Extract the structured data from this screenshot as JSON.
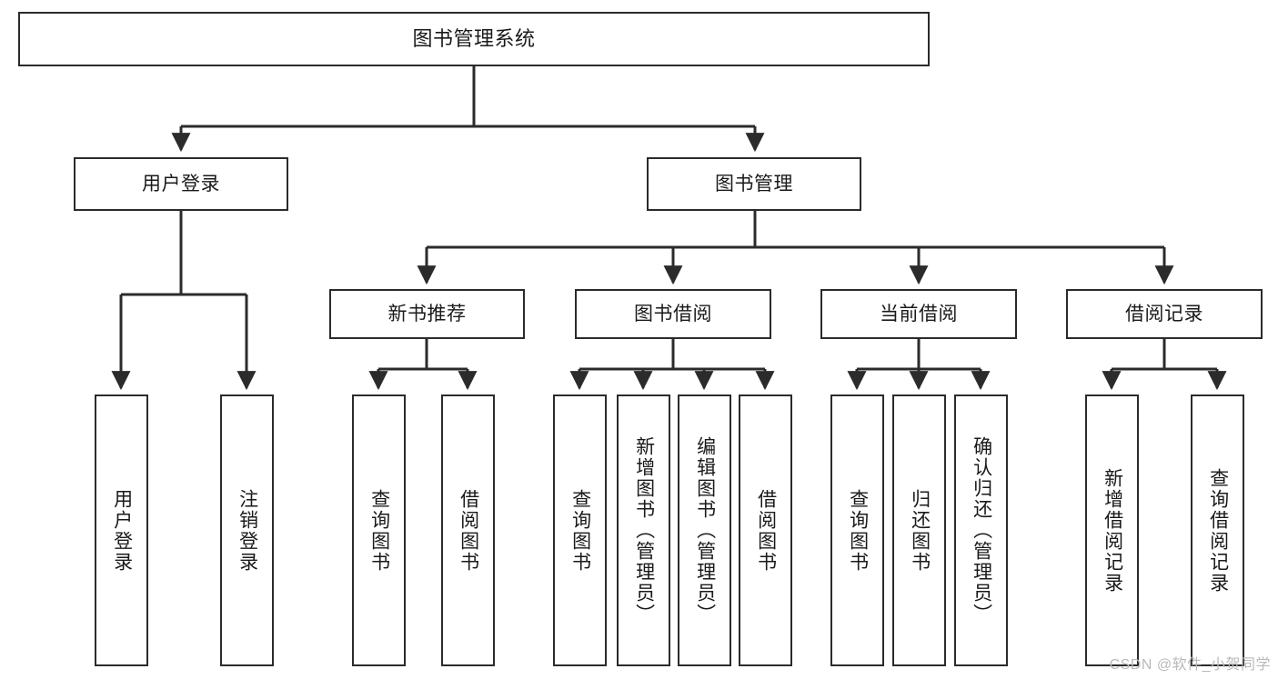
{
  "diagram": {
    "title": "图书管理系统",
    "type": "tree-hierarchy-chart",
    "root": {
      "id": "root",
      "label": "图书管理系统"
    },
    "level2": [
      {
        "id": "user-login",
        "label": "用户登录"
      },
      {
        "id": "book-manage",
        "label": "图书管理"
      }
    ],
    "level3": [
      {
        "id": "new-book-recommend",
        "label": "新书推荐"
      },
      {
        "id": "book-borrow",
        "label": "图书借阅"
      },
      {
        "id": "current-borrow",
        "label": "当前借阅"
      },
      {
        "id": "borrow-record",
        "label": "借阅记录"
      }
    ],
    "leaves": {
      "user_login": [
        {
          "id": "leaf-user-login",
          "label": "用户登录"
        },
        {
          "id": "leaf-logout-login",
          "label": "注销登录"
        }
      ],
      "new_book_recommend": [
        {
          "id": "leaf-query-book-1",
          "label": "查询图书"
        },
        {
          "id": "leaf-borrow-book-1",
          "label": "借阅图书"
        }
      ],
      "book_borrow": [
        {
          "id": "leaf-query-book-2",
          "label": "查询图书"
        },
        {
          "id": "leaf-add-book",
          "label": "新增图书（管理员）"
        },
        {
          "id": "leaf-edit-book",
          "label": "编辑图书（管理员）"
        },
        {
          "id": "leaf-borrow-book-2",
          "label": "借阅图书"
        }
      ],
      "current_borrow": [
        {
          "id": "leaf-query-book-3",
          "label": "查询图书"
        },
        {
          "id": "leaf-return-book",
          "label": "归还图书"
        },
        {
          "id": "leaf-confirm-return",
          "label": "确认归还（管理员）"
        }
      ],
      "borrow_record": [
        {
          "id": "leaf-add-borrow-record",
          "label": "新增借阅记录"
        },
        {
          "id": "leaf-query-borrow-record",
          "label": "查询借阅记录"
        }
      ]
    }
  },
  "watermark": {
    "text": "CSDN @软件_小贺同学"
  },
  "colors": {
    "box_border": "#2b2b2b",
    "box_fill": "#ffffff",
    "connector": "#2b2b2b",
    "text": "#1a1a1a",
    "watermark": "#b9b9b9",
    "background": "#ffffff"
  }
}
